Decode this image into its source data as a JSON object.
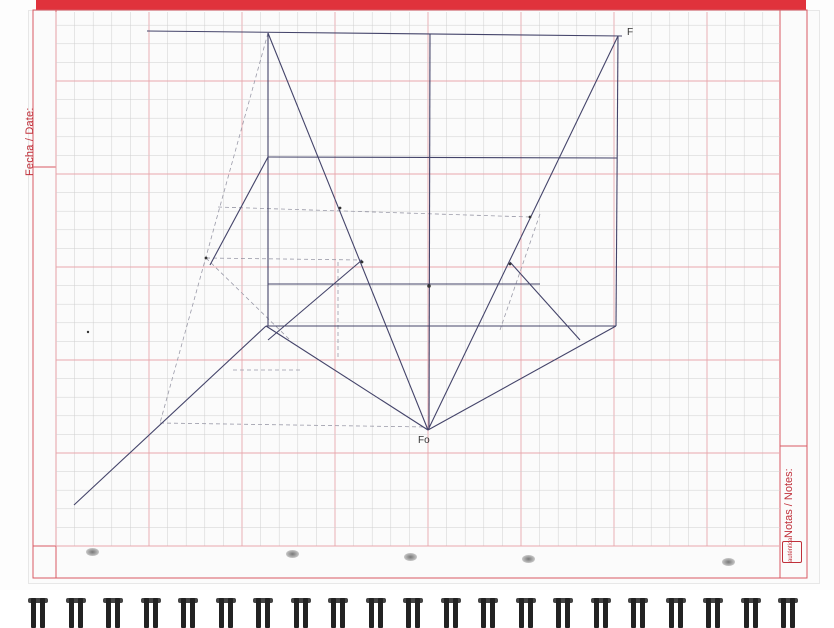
{
  "notebook": {
    "date_label": "Fecha / Date:",
    "notes_label": "Notas / Notes:",
    "brand": "auténtica",
    "colors": {
      "margin_red": "#c0303a",
      "grid_pink": "#e8a7ad",
      "grid_gray": "#cfcfcf",
      "top_band": "#e0323c",
      "ink": "#3a3a5a"
    }
  },
  "drawing": {
    "point_fo": "Fo",
    "point_f": "F"
  }
}
